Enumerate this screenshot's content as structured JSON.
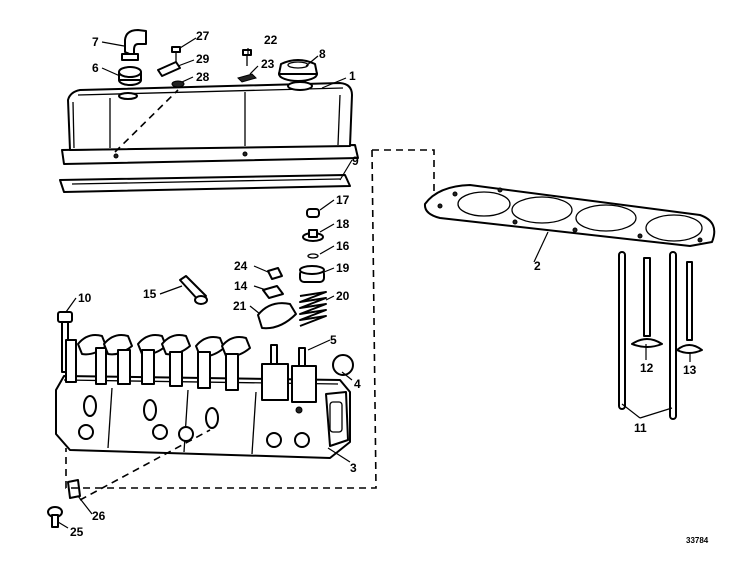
{
  "figure_code": "33784",
  "callouts": [
    "1",
    "2",
    "3",
    "4",
    "5",
    "6",
    "7",
    "8",
    "9",
    "10",
    "11",
    "12",
    "13",
    "14",
    "15",
    "16",
    "17",
    "18",
    "19",
    "20",
    "21",
    "22",
    "23",
    "24",
    "25",
    "26",
    "27",
    "28",
    "29"
  ]
}
